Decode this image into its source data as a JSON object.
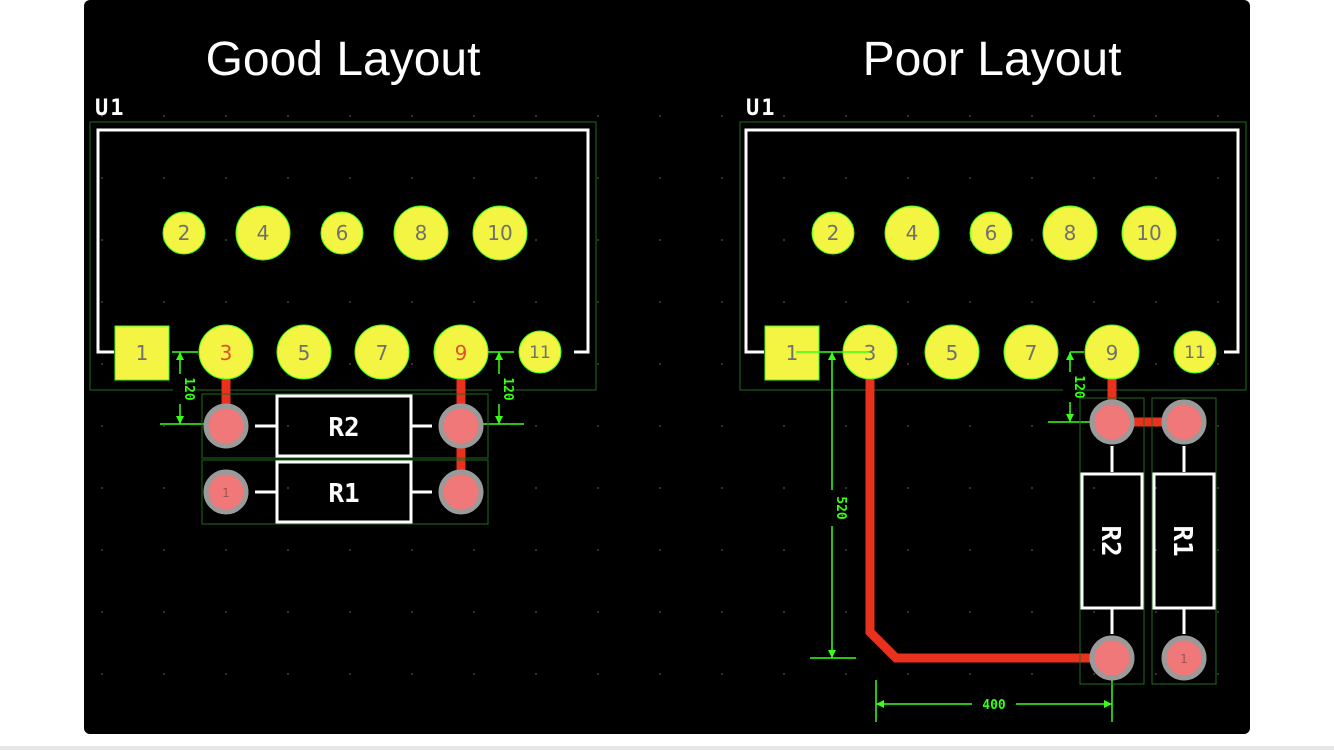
{
  "panels": {
    "good": {
      "title": "Good Layout",
      "designator": "U1",
      "pins_top": [
        "2",
        "4",
        "6",
        "8",
        "10"
      ],
      "pins_bottom": [
        "1",
        "3",
        "5",
        "7",
        "9",
        "11"
      ],
      "resistors": {
        "r2": "R2",
        "r1": "R1"
      },
      "r1_pad_label": "1",
      "dim_left": "120",
      "dim_right": "120"
    },
    "poor": {
      "title": "Poor Layout",
      "designator": "U1",
      "pins_top": [
        "2",
        "4",
        "6",
        "8",
        "10"
      ],
      "pins_bottom": [
        "1",
        "3",
        "5",
        "7",
        "9",
        "11"
      ],
      "resistors": {
        "r2": "R2",
        "r1": "R1"
      },
      "r1_pad_label": "1",
      "dim_pin9": "120",
      "dim_vertical": "520",
      "dim_horizontal": "400"
    }
  },
  "colors": {
    "background": "#000000",
    "pad": "#f4f442",
    "pad_outline": "#39ff14",
    "trace": "#e8321e",
    "resistor_pad": "#f07878",
    "resistor_pad_ring": "#9a9a9a",
    "silkscreen": "#ffffff",
    "dimension": "#39ff14"
  }
}
